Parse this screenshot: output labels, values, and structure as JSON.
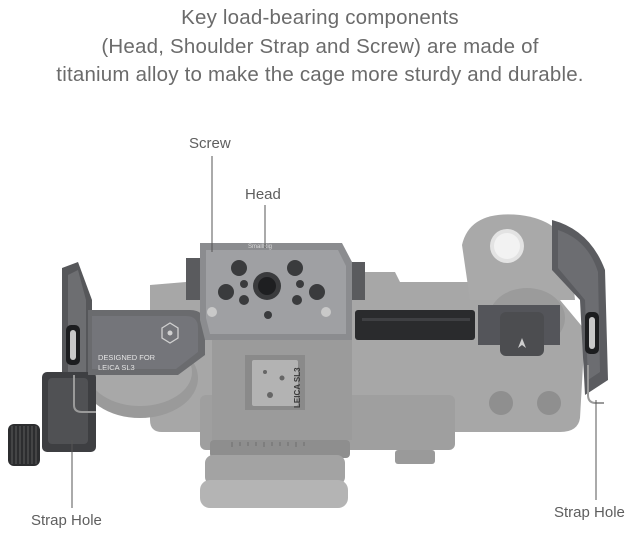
{
  "headline": {
    "line1": "Key load-bearing components",
    "line2": "(Head, Shoulder Strap and Screw) are made of",
    "line3": "titanium alloy to make the cage more sturdy and durable."
  },
  "callouts": {
    "screw": "Screw",
    "head": "Head",
    "strap_hole_left": "Strap Hole",
    "strap_hole_right": "Strap Hole"
  },
  "product_markings": {
    "plate_text_line1": "DESIGNED FOR",
    "plate_text_line2": "LEICA SL3",
    "body_model": "LEICA SL3",
    "head_brand": "SmallRig"
  },
  "colors": {
    "background": "#ffffff",
    "camera_body": "#a3a3a3",
    "cage_metal": "#5f6063",
    "cage_dark": "#3b3c3f",
    "text": "#6b6b6b",
    "leader_line": "#555555"
  }
}
